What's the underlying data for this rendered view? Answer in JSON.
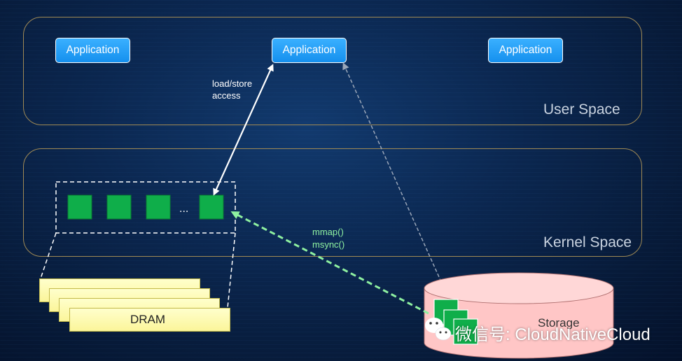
{
  "user_space": {
    "label": "User Space",
    "applications": [
      "Application",
      "Application",
      "Application"
    ]
  },
  "kernel_space": {
    "label": "Kernel Space"
  },
  "annotations": {
    "load_store_line1": "load/store",
    "load_store_line2": "access",
    "mmap": "mmap()",
    "msync": "msync()",
    "ellipsis": "..."
  },
  "dram": {
    "label": "DRAM"
  },
  "storage": {
    "label": "Storage"
  },
  "watermark": {
    "text": "微信号: CloudNativeCloud"
  },
  "colors": {
    "box_border": "#a08a55",
    "app_blue": "#1f9bf5",
    "page_green": "#0fae4a",
    "mmap_arrow": "#8ef0a0",
    "dram_yellow": "#fbf59a",
    "storage_pink": "#ffc6c6"
  }
}
